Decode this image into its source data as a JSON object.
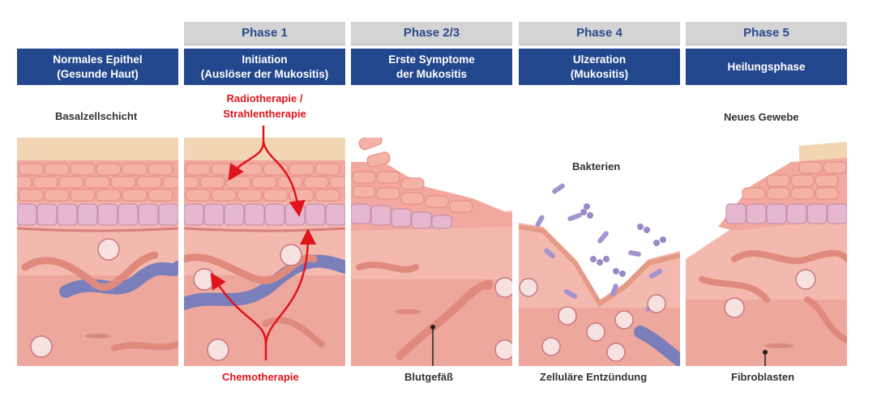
{
  "phases": [
    {
      "tab": "",
      "title1": "Normales Epithel",
      "title2": "(Gesunde Haut)"
    },
    {
      "tab": "Phase 1",
      "title1": "Initiation",
      "title2": "(Auslöser der Mukositis)"
    },
    {
      "tab": "Phase 2/3",
      "title1": "Erste Symptome",
      "title2": "der Mukositis"
    },
    {
      "tab": "Phase 4",
      "title1": "Ulzeration",
      "title2": "(Mukositis)"
    },
    {
      "tab": "Phase 5",
      "title1": "Heilungsphase",
      "title2": ""
    }
  ],
  "labels": {
    "basal": "Basalzellschicht",
    "radio1": "Radiotherapie /",
    "radio2": "Strahlentherapie",
    "chemo": "Chemotherapie",
    "bakterien": "Bakterien",
    "neues_gewebe": "Neues Gewebe",
    "blutgefaess": "Blutgefäß",
    "entzuendung": "Zelluläre Entzündung",
    "fibroblasten": "Fibroblasten"
  },
  "colors": {
    "header_blue": "#23478d",
    "tab_gray": "#d4d4d4",
    "tab_text": "#2b4a8c",
    "therapy_red": "#e0141c",
    "dermis_pink": "#f3b9ae",
    "epithelium_pink": "#f2a89e",
    "basal_purple": "#e6b8cf",
    "surface_beige": "#f2d6b4",
    "vessel_blue": "#7a7fbc",
    "vessel_salmon": "#e08a7e",
    "bacteria_purple": "#a393d1"
  }
}
